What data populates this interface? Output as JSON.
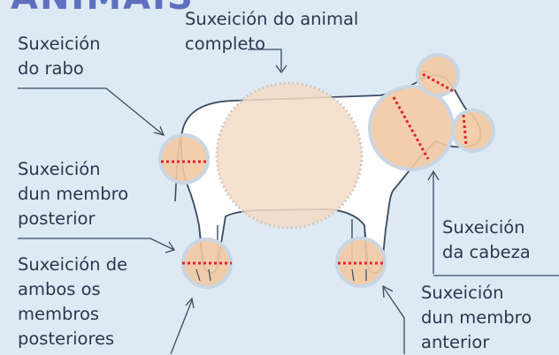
{
  "header": {
    "title": "ANIMAIS"
  },
  "labels": {
    "whole_animal": "Suxeición do animal\ncompleto",
    "tail": "Suxeición\ndo rabo",
    "one_hind_limb": "Suxeición\ndun membro\nposterior",
    "both_hind_limbs": "Suxeición de\nambos os\nmembros\nposteriores",
    "head": "Suxeición\nda cabeza",
    "one_fore_limb": "Suxeición\ndun membro\nanterior"
  },
  "colors": {
    "background": "#deeaf3",
    "highlight_fill": "#f2c9a3",
    "highlight_ring": "#c9d6e2",
    "whole_body_fill": "#f3dbc4",
    "restraint_line": "#e0252b",
    "outline": "#3a4a63",
    "text": "#2f3550",
    "title": "#5f6fc0"
  }
}
